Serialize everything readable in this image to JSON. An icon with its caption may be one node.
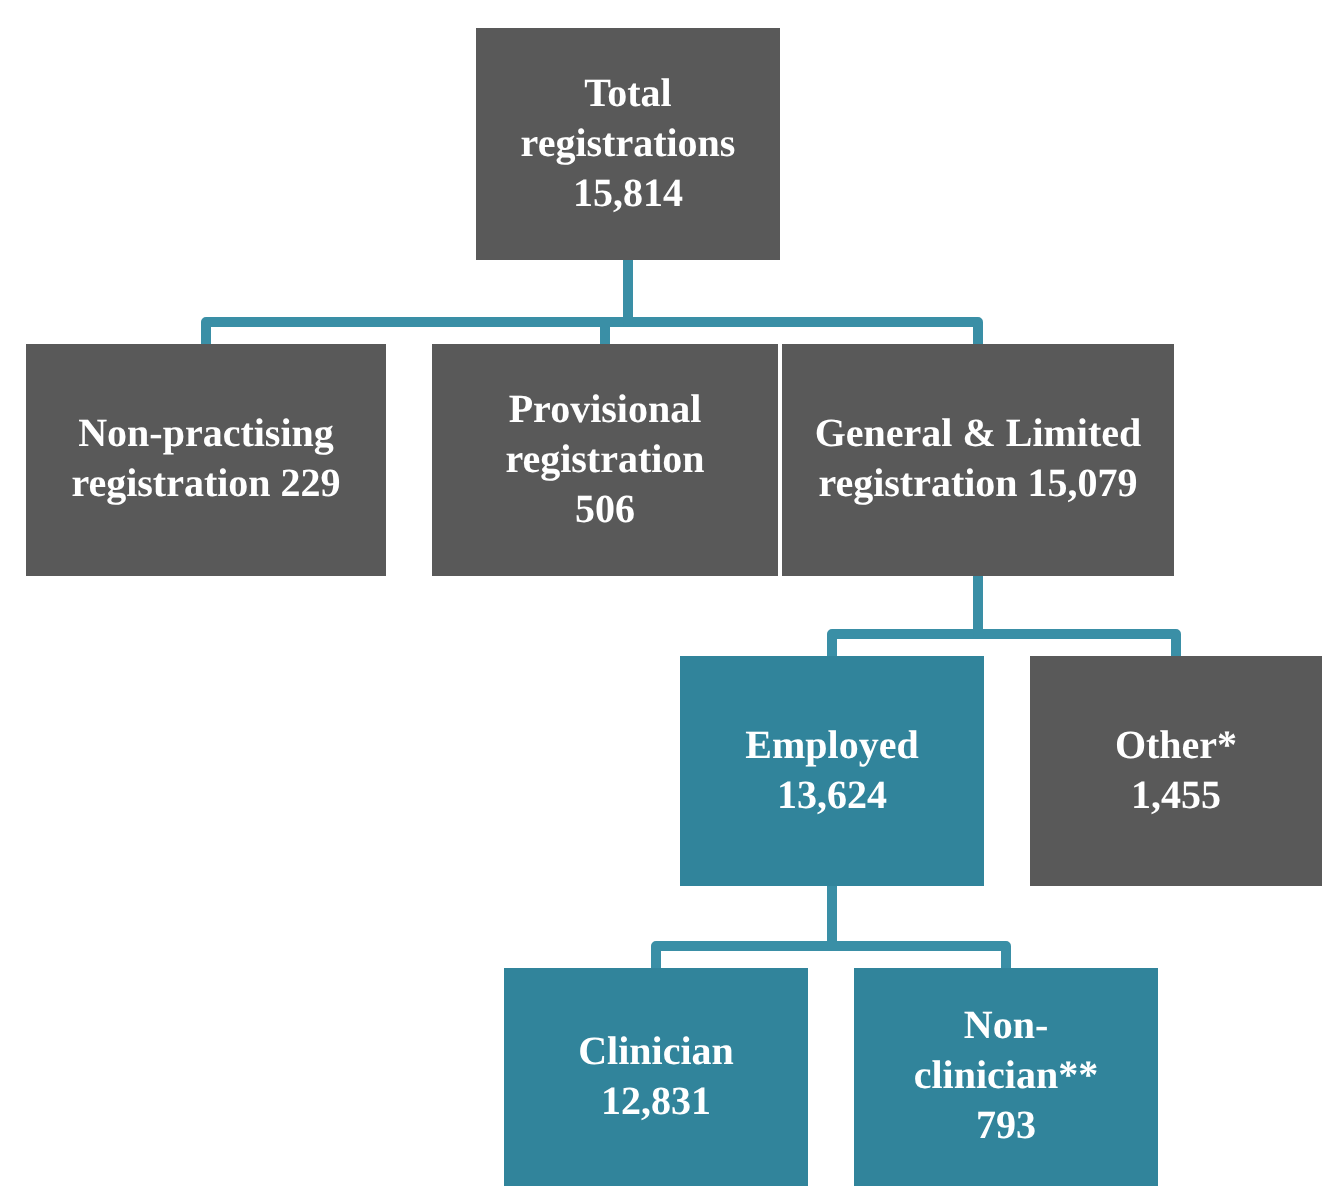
{
  "diagram": {
    "nodes": [
      {
        "text": [
          "Total registrations 15,814"
        ]
      },
      {
        "text": [
          "Non-practising registration 229"
        ]
      },
      {
        "text": [
          "Provisional registration 506"
        ]
      },
      {
        "text": [
          "General & Limited registration 15,079"
        ]
      },
      {
        "text": [
          "Employed 13,624"
        ]
      },
      {
        "text": [
          "Other* 1,455"
        ]
      },
      {
        "text": [
          "Clinician 12,831"
        ]
      },
      {
        "text": [
          "Non-clinician** 793"
        ]
      }
    ],
    "edges": [
      {
        "from": 0,
        "to": 1,
        "arrow": "none"
      },
      {
        "from": 0,
        "to": 2,
        "arrow": "none"
      },
      {
        "from": 0,
        "to": 3,
        "arrow": "none"
      },
      {
        "from": 3,
        "to": 4,
        "arrow": "none"
      },
      {
        "from": 3,
        "to": 5,
        "arrow": "none"
      },
      {
        "from": 4,
        "to": 6,
        "arrow": "none"
      },
      {
        "from": 4,
        "to": 7,
        "arrow": "none"
      }
    ]
  }
}
